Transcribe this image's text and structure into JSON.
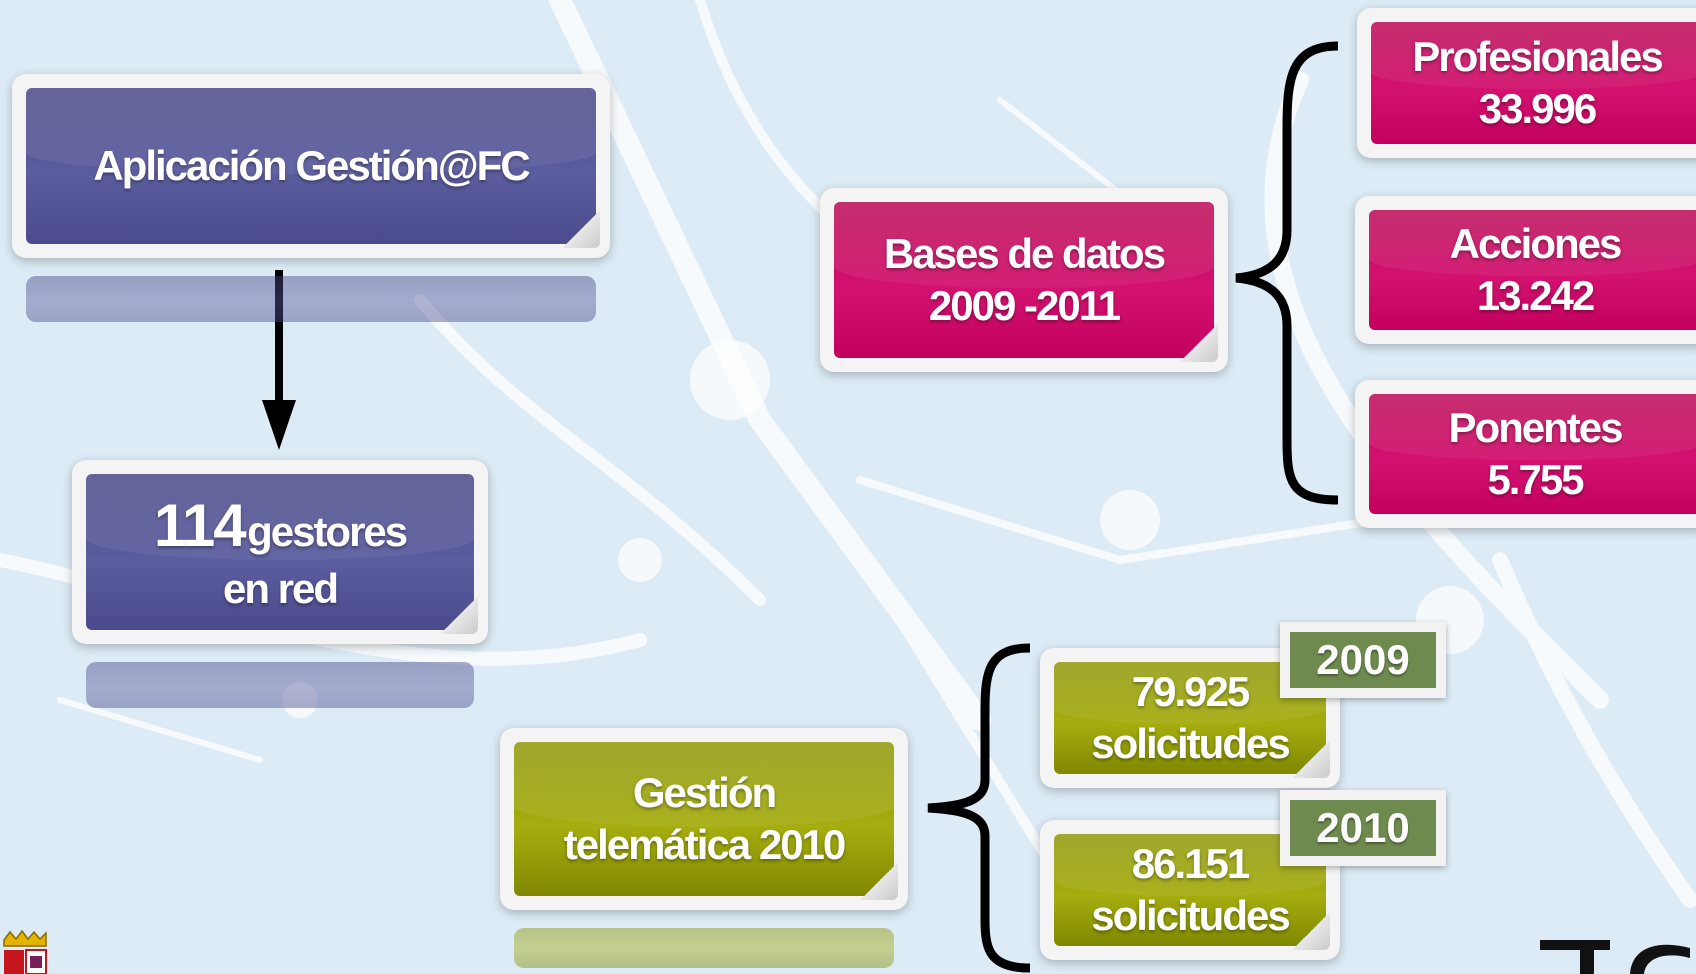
{
  "app_box": {
    "label": "Aplicación Gestión@FC",
    "color": "#5a5b9e"
  },
  "managers_box": {
    "count": "114",
    "word": "gestores",
    "line2": "en red",
    "color": "#5a5b9e"
  },
  "databases_box": {
    "line1": "Bases de datos",
    "line2": "2009 -2011",
    "color": "#cc0a66"
  },
  "database_items": [
    {
      "label": "Profesionales",
      "value": "33.996"
    },
    {
      "label": "Acciones",
      "value": "13.242"
    },
    {
      "label": "Ponentes",
      "value": "5.755"
    }
  ],
  "telematic_box": {
    "line1": "Gestión",
    "line2": "telemática  2010",
    "color": "#a0a810"
  },
  "requests": [
    {
      "year": "2009",
      "count": "79.925",
      "unit": "solicitudes"
    },
    {
      "year": "2010",
      "count": "86.151",
      "unit": "solicitudes"
    }
  ],
  "colors": {
    "background": "#dcebf5",
    "year_badge": "#6e8a4e"
  }
}
